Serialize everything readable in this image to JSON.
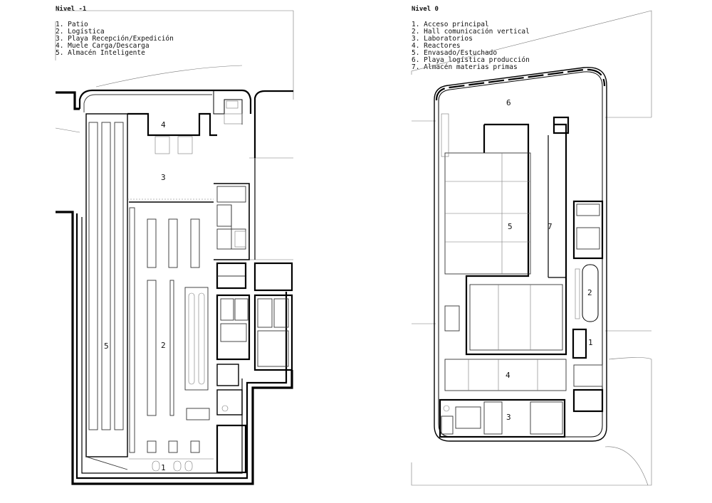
{
  "plans": [
    {
      "title": "Nivel -1",
      "legend": [
        "1. Patio",
        "2. Logística",
        "3. Playa Recepción/Expedición",
        "4. Muele Carga/Descarga",
        "5. Almacén Inteligente"
      ],
      "room_labels": [
        "1",
        "2",
        "3",
        "4",
        "5"
      ]
    },
    {
      "title": "Nivel 0",
      "legend": [
        "1. Acceso principal",
        "2. Hall comunicación vertical",
        "3. Laboratorios",
        "4. Reactores",
        "5. Envasado/Estuchado",
        "6. Playa logística producción",
        "7. Almacén materias primas"
      ],
      "room_labels": [
        "1",
        "2",
        "3",
        "4",
        "5",
        "6",
        "7"
      ]
    }
  ]
}
